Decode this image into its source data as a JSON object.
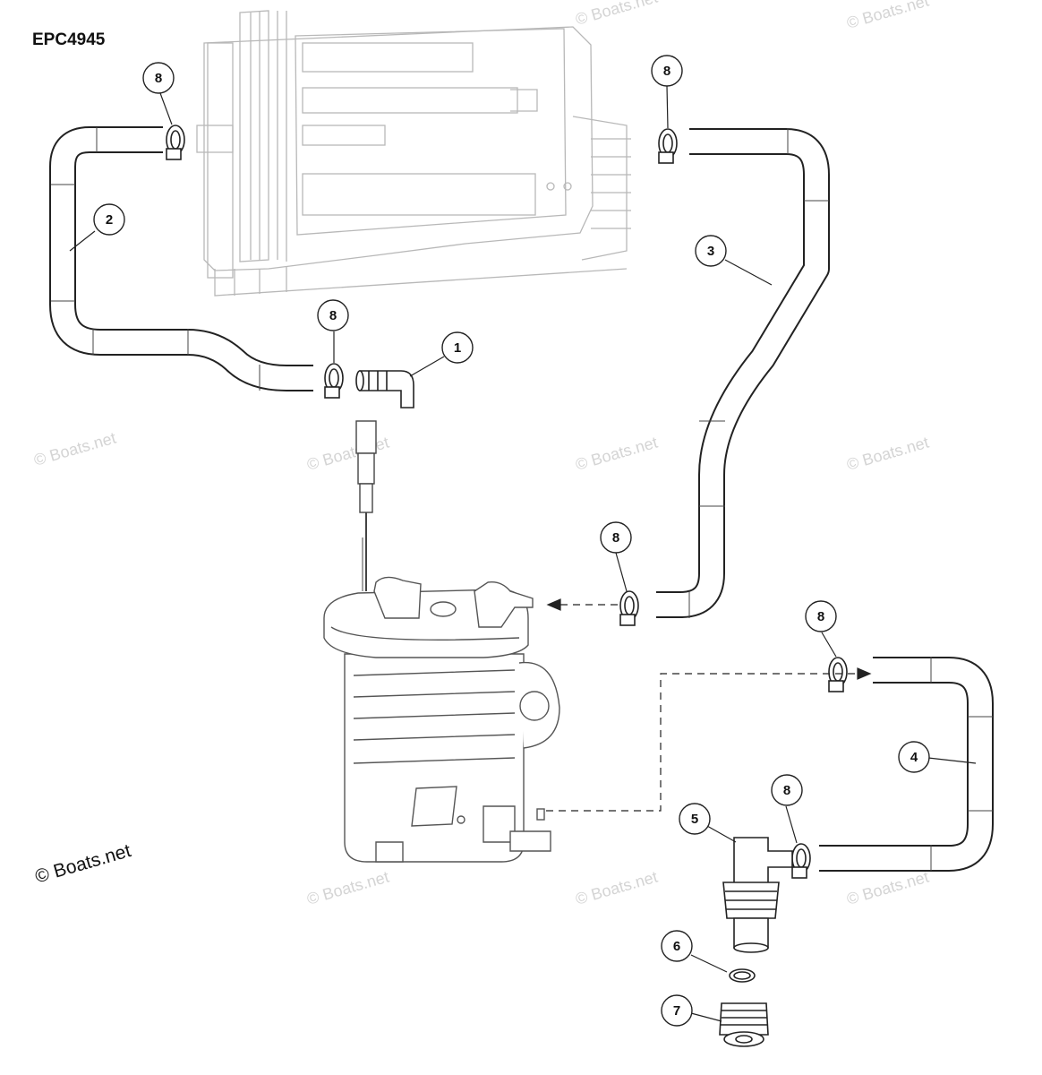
{
  "diagram_code": "EPC4945",
  "copyright": "© Boats.net",
  "watermark": "© Boats.net",
  "part_labels": {
    "elbow_fitting": "1",
    "hose_left": "2",
    "hose_upper_right": "3",
    "hose_lower_right": "4",
    "tee_fitting": "5",
    "o_ring": "6",
    "plug": "7",
    "clamp": "8"
  }
}
